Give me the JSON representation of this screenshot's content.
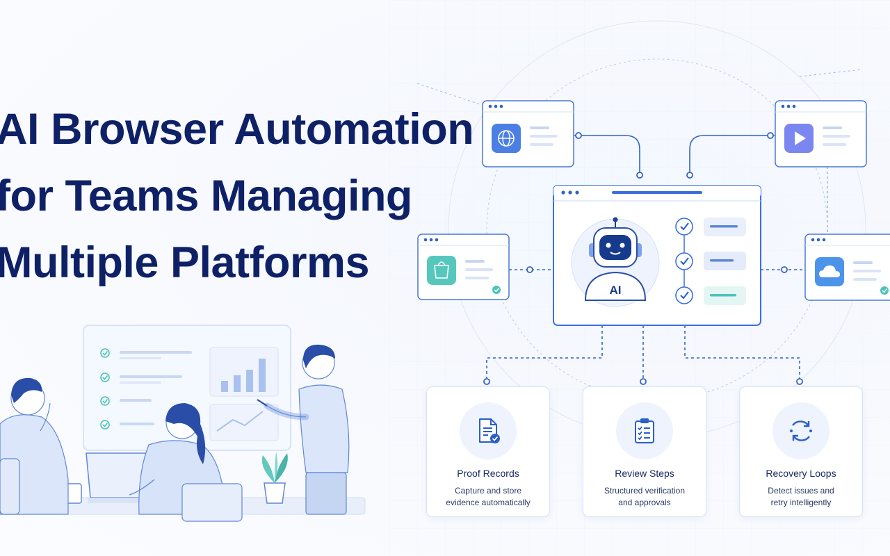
{
  "headline": {
    "line1": "AI Browser Automation",
    "line2": "for Teams Managing",
    "line3": "Multiple Platforms"
  },
  "hub": {
    "badge": "AI"
  },
  "features": [
    {
      "title": "Proof Records",
      "desc_line1": "Capture and store",
      "desc_line2": "evidence automatically",
      "icon": "document-check-icon"
    },
    {
      "title": "Review Steps",
      "desc_line1": "Structured verification",
      "desc_line2": "and approvals",
      "icon": "clipboard-checklist-icon"
    },
    {
      "title": "Recovery Loops",
      "desc_line1": "Detect issues and",
      "desc_line2": "retry intelligently",
      "icon": "refresh-cycle-icon"
    }
  ],
  "platform_icons": [
    "globe-icon",
    "play-icon",
    "shopping-bag-icon",
    "cloud-icon"
  ],
  "colors": {
    "headline": "#0f2166",
    "accent_blue": "#3b6fe0",
    "line_blue": "#2f62c8",
    "teal": "#4cc3b8",
    "card_border": "#d8e2f4",
    "panel_bg": "#ffffff"
  }
}
